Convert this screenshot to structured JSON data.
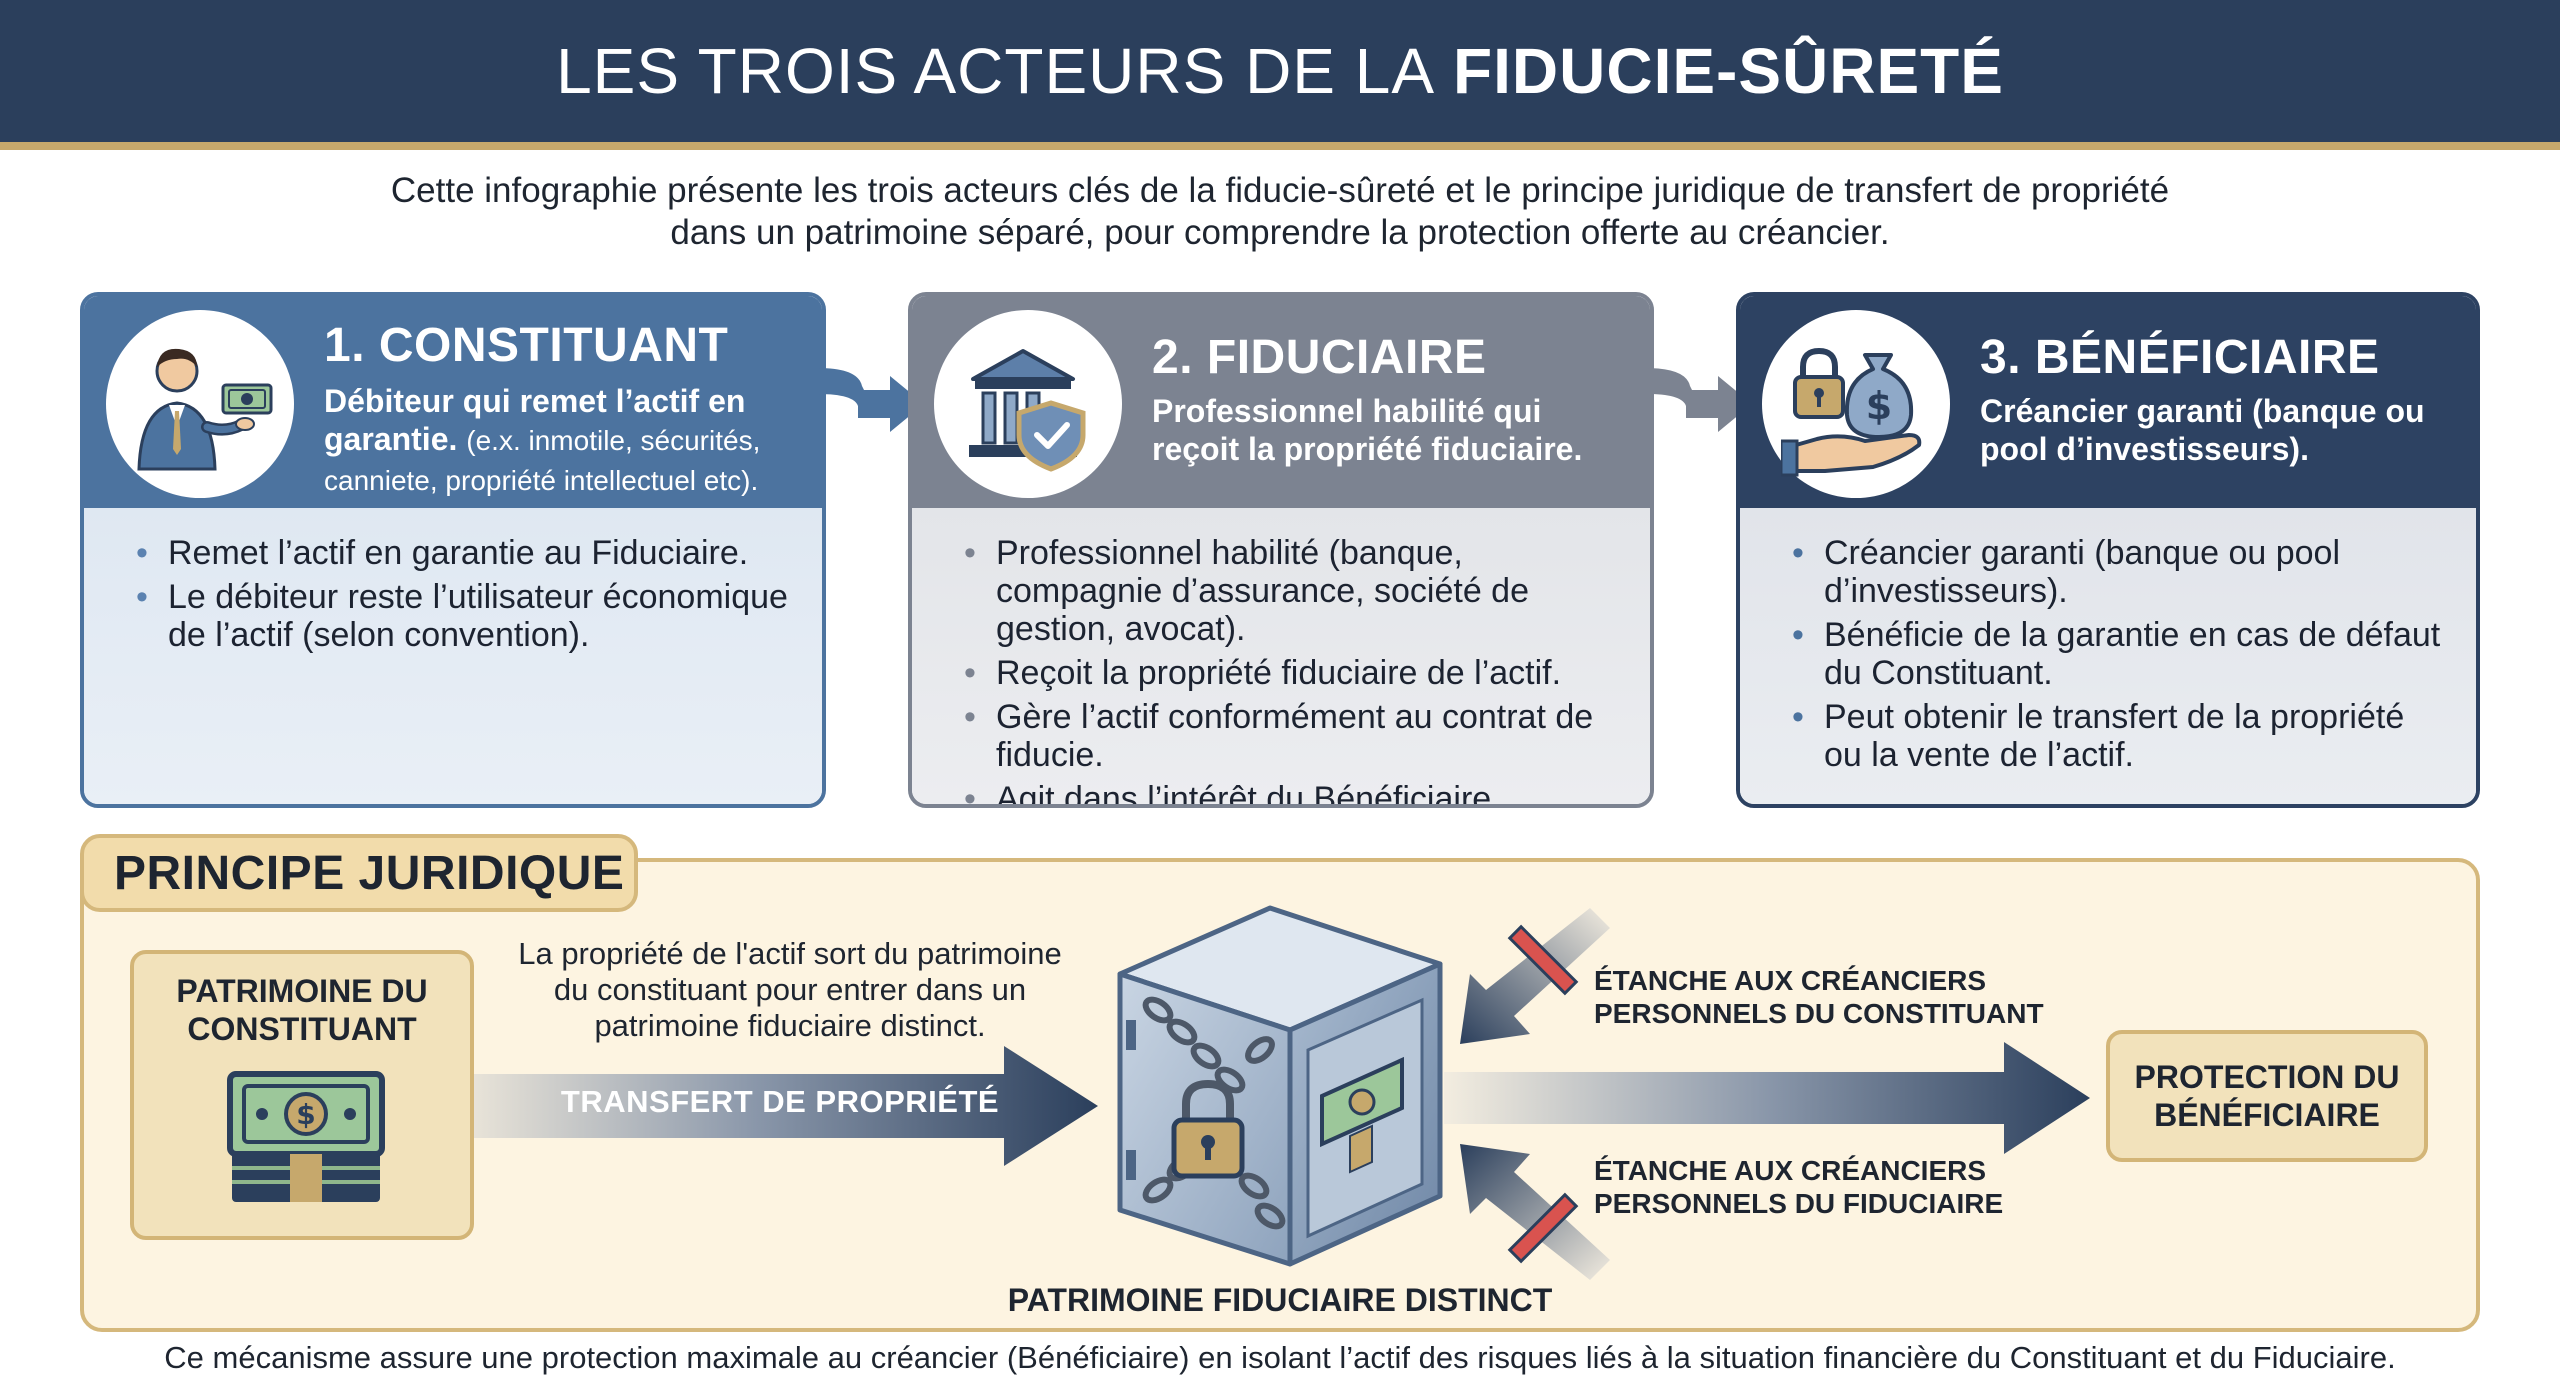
{
  "header": {
    "title_light": "LES TROIS ACTEURS DE LA",
    "title_bold": "FIDUCIE-SÛRETÉ"
  },
  "intro": {
    "line1": "Cette infographie présente les trois acteurs clés de la fiducie-sûreté et le principe juridique de transfert de propriété",
    "line2": "dans un patrimoine séparé, pour comprendre la protection offerte au créancier."
  },
  "actors": [
    {
      "title": "1. CONSTITUANT",
      "subtitle_bold": "Débiteur qui remet l’actif en garantie.",
      "subtitle_small": "(e.x. inmotile, sécurités, canniete, propriété intellectuel etc).",
      "icon": "person-money-icon",
      "bullets": [
        "Remet l’actif en garantie au Fiduciaire.",
        "Le débiteur reste l’utilisateur économique de l’actif (selon convention)."
      ]
    },
    {
      "title": "2. FIDUCIAIRE",
      "subtitle_bold": "Professionnel habilité qui reçoit la propriété fiduciaire.",
      "icon": "bank-shield-icon",
      "bullets": [
        "Professionnel habilité (banque, compagnie d’assurance, société de gestion, avocat).",
        "Reçoit la propriété fiduciaire de l’actif.",
        "Gère l’actif conformément au contrat de fiducie.",
        "Agit dans l’intérêt du Bénéficiaire."
      ]
    },
    {
      "title": "3. BÉNÉFICIAIRE",
      "subtitle_bold": "Créancier garanti (banque ou pool d’investisseurs).",
      "icon": "hand-moneybag-icon",
      "bullets": [
        "Créancier garanti (banque ou pool d’investisseurs).",
        "Bénéficie de la garantie en cas de défaut du Constituant.",
        "Peut obtenir le transfert de la propriété ou la vente de l’actif."
      ]
    }
  ],
  "principle": {
    "heading": "PRINCIPE JURIDIQUE",
    "source_box": "PATRIMOINE DU CONSTITUANT",
    "transfer_caption": "La propriété de l'actif sort du patrimoine du constituant pour entrer dans un patrimoine fiduciaire distinct.",
    "transfer_label": "TRANSFERT DE PROPRIÉTÉ",
    "safe_label": "PATRIMOINE FIDUCIAIRE DISTINCT",
    "shield_top": "ÉTANCHE AUX CRÉANCIERS PERSONNELS DU CONSTITUANT",
    "shield_bottom": "ÉTANCHE AUX CRÉANCIERS PERSONNELS DU FIDUCIAIRE",
    "target_box": "PROTECTION DU BÉNÉFICIAIRE"
  },
  "footer": "Ce mécanisme assure une protection maximale au créancier (Bénéficiaire) en isolant l’actif des risques liés à la situation financière du Constituant et du Fiduciaire.",
  "colors": {
    "navy": "#2b3f5c",
    "steel_blue": "#4c739f",
    "grey": "#7c8391",
    "gold": "#c6a86c",
    "cream": "#fdf4e1",
    "red_bar": "#d9534f"
  }
}
